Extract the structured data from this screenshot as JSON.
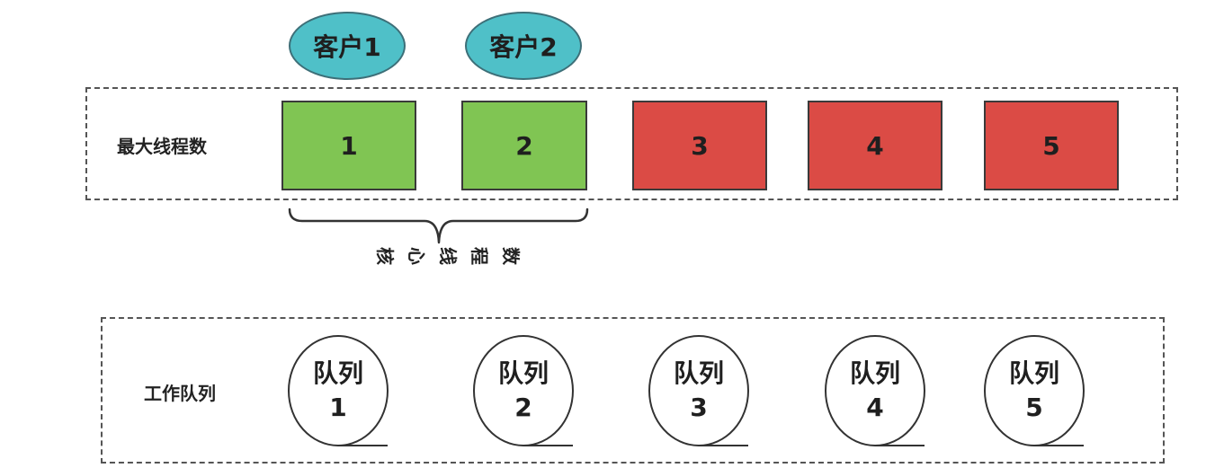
{
  "clients": [
    {
      "label": "客户1"
    },
    {
      "label": "客户2"
    }
  ],
  "thread_pool": {
    "label": "最大线程数",
    "threads": [
      {
        "label": "1",
        "status": "core"
      },
      {
        "label": "2",
        "status": "core"
      },
      {
        "label": "3",
        "status": "non-core"
      },
      {
        "label": "4",
        "status": "non-core"
      },
      {
        "label": "5",
        "status": "non-core"
      }
    ],
    "core_label_chars": [
      "核",
      "心",
      "线",
      "程",
      "数"
    ]
  },
  "work_queues": {
    "label": "工作队列",
    "queues": [
      {
        "line1": "队列",
        "line2": "1"
      },
      {
        "line1": "队列",
        "line2": "2"
      },
      {
        "line1": "队列",
        "line2": "3"
      },
      {
        "line1": "队列",
        "line2": "4"
      },
      {
        "line1": "队列",
        "line2": "5"
      }
    ]
  },
  "colors": {
    "client_fill": "#4fc0c8",
    "core_thread_fill": "#80c553",
    "non_core_thread_fill": "#db4b45",
    "queue_fill": "#ffffff",
    "border": "#333333"
  }
}
